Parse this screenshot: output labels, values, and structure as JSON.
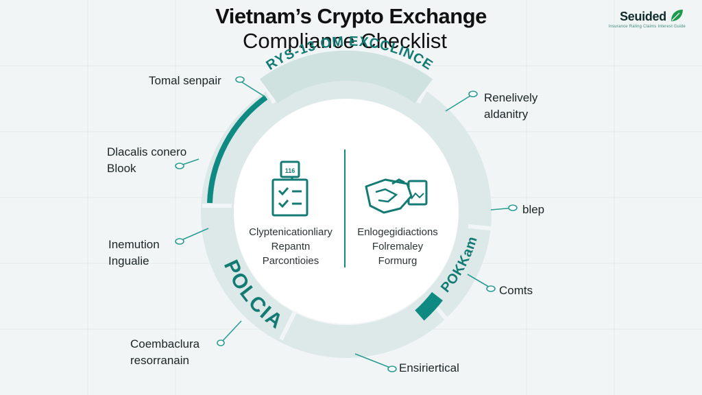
{
  "header": {
    "title_line1": "Vietnam’s Crypto Exchange",
    "title_line2": "Compliance Checklist"
  },
  "brand": {
    "name": "Seuided",
    "tagline": "Insurance Rating Claims Interest Guide"
  },
  "ring": {
    "top_segment_text": "RYS-13 OM EXCCLINCE",
    "left_segment_text": "POLCIA",
    "right_segment_text": "POKKam"
  },
  "center": {
    "left_lines": [
      "Clyptenicationliary",
      "Repantn",
      "Parcontioies"
    ],
    "right_lines": [
      "Enlogegidiactions",
      "Folremaley",
      "Formurg"
    ],
    "clipboard_tag": "116"
  },
  "callouts": {
    "top_left": [
      "Tomal senpair"
    ],
    "left_upper": [
      "Dlacalis conero",
      "Blook"
    ],
    "left_mid": [
      "Inemution",
      "Ingualie"
    ],
    "bottom_left": [
      "Coembaclura",
      "resorranain"
    ],
    "top_right": [
      "Renelively",
      "aldanitry"
    ],
    "right_mid": [
      "blep"
    ],
    "right_lower": [
      "Comts"
    ],
    "bottom_right": [
      "Ensiriertical"
    ]
  },
  "colors": {
    "teal_dark": "#0e8a82",
    "teal_mid": "#3a9a93",
    "ring_light": "#d9e7e6",
    "ring_lighter": "#e6efee",
    "background": "#f2f5f5"
  }
}
